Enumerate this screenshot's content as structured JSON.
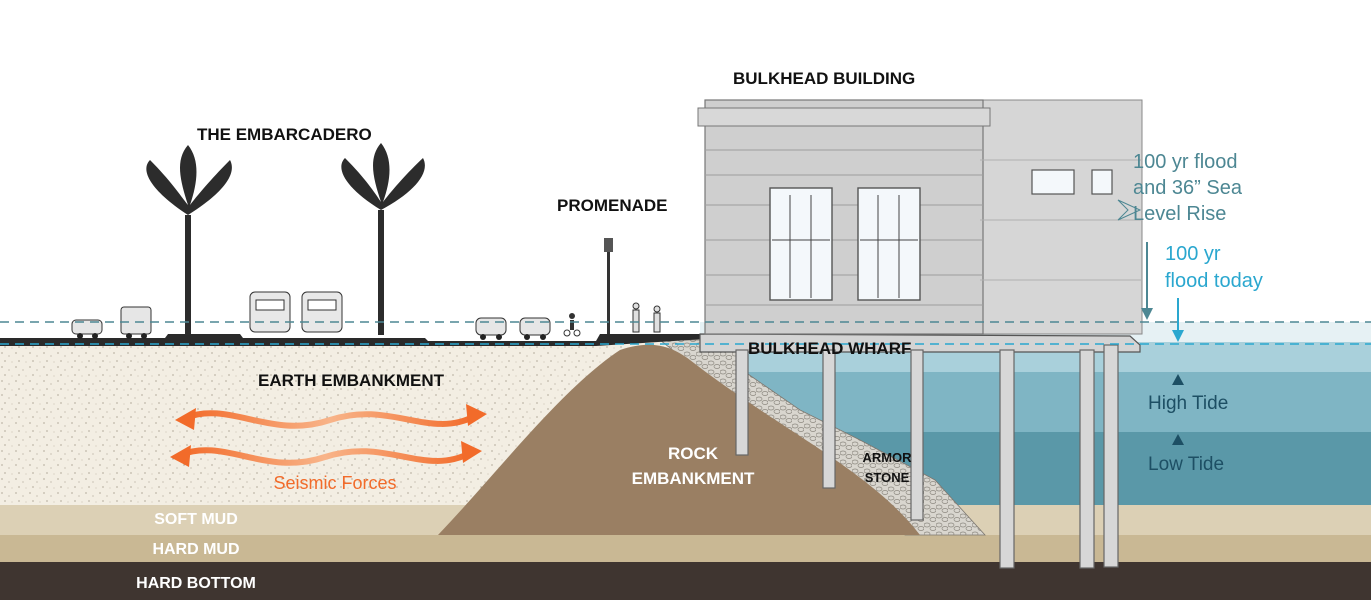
{
  "labels": {
    "embarcadero": "THE EMBARCADERO",
    "promenade": "PROMENADE",
    "bulkhead_building": "BULKHEAD BUILDING",
    "bulkhead_wharf": "BULKHEAD WHARF",
    "earth_embankment": "EARTH EMBANKMENT",
    "rock_embankment_line1": "ROCK",
    "rock_embankment_line2": "EMBANKMENT",
    "armor_stone_line1": "ARMOR",
    "armor_stone_line2": "STONE",
    "seismic_forces": "Seismic Forces",
    "soft_mud": "SOFT MUD",
    "hard_mud": "HARD MUD",
    "hard_bottom": "HARD BOTTOM"
  },
  "flood": {
    "future_line1": "100 yr flood",
    "future_line2": "and 36” Sea",
    "future_line3": "Level Rise",
    "today_line1": "100 yr",
    "today_line2": "flood today"
  },
  "tides": {
    "high": "High Tide",
    "low": "Low Tide"
  },
  "colors": {
    "soil": "#f2ece0",
    "soft_mud": "#dcd0b5",
    "hard_mud": "#c9b894",
    "hard_bottom": "#3f3530",
    "rock": "#9a7f63",
    "water_top": "#e6f1f4",
    "water_mid": "#a9d0db",
    "water_deep": "#6fa9b9",
    "water_bottom": "#4f8f9f",
    "building": "#cfcfcf",
    "seismic": "#f26b2a",
    "future_flood": "#4d8793",
    "today_flood": "#2aa7cf"
  }
}
